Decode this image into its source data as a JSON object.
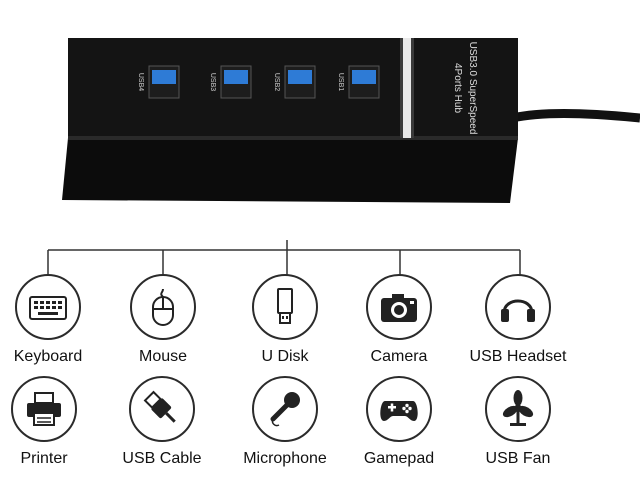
{
  "product": {
    "label_line1": "USB3.0 SuperSpeed",
    "label_line2": "4Ports Hub",
    "ports": [
      "USB4",
      "USB3",
      "USB2",
      "USB1"
    ]
  },
  "devices": [
    {
      "label": "Keyboard",
      "icon": "keyboard-icon"
    },
    {
      "label": "Mouse",
      "icon": "mouse-icon"
    },
    {
      "label": "U Disk",
      "icon": "usb-drive-icon"
    },
    {
      "label": "Camera",
      "icon": "camera-icon"
    },
    {
      "label": "USB Headset",
      "icon": "headset-icon"
    },
    {
      "label": "Printer",
      "icon": "printer-icon"
    },
    {
      "label": "USB Cable",
      "icon": "usb-cable-icon"
    },
    {
      "label": "Microphone",
      "icon": "microphone-icon"
    },
    {
      "label": "Gamepad",
      "icon": "gamepad-icon"
    },
    {
      "label": "USB Fan",
      "icon": "fan-icon"
    }
  ]
}
